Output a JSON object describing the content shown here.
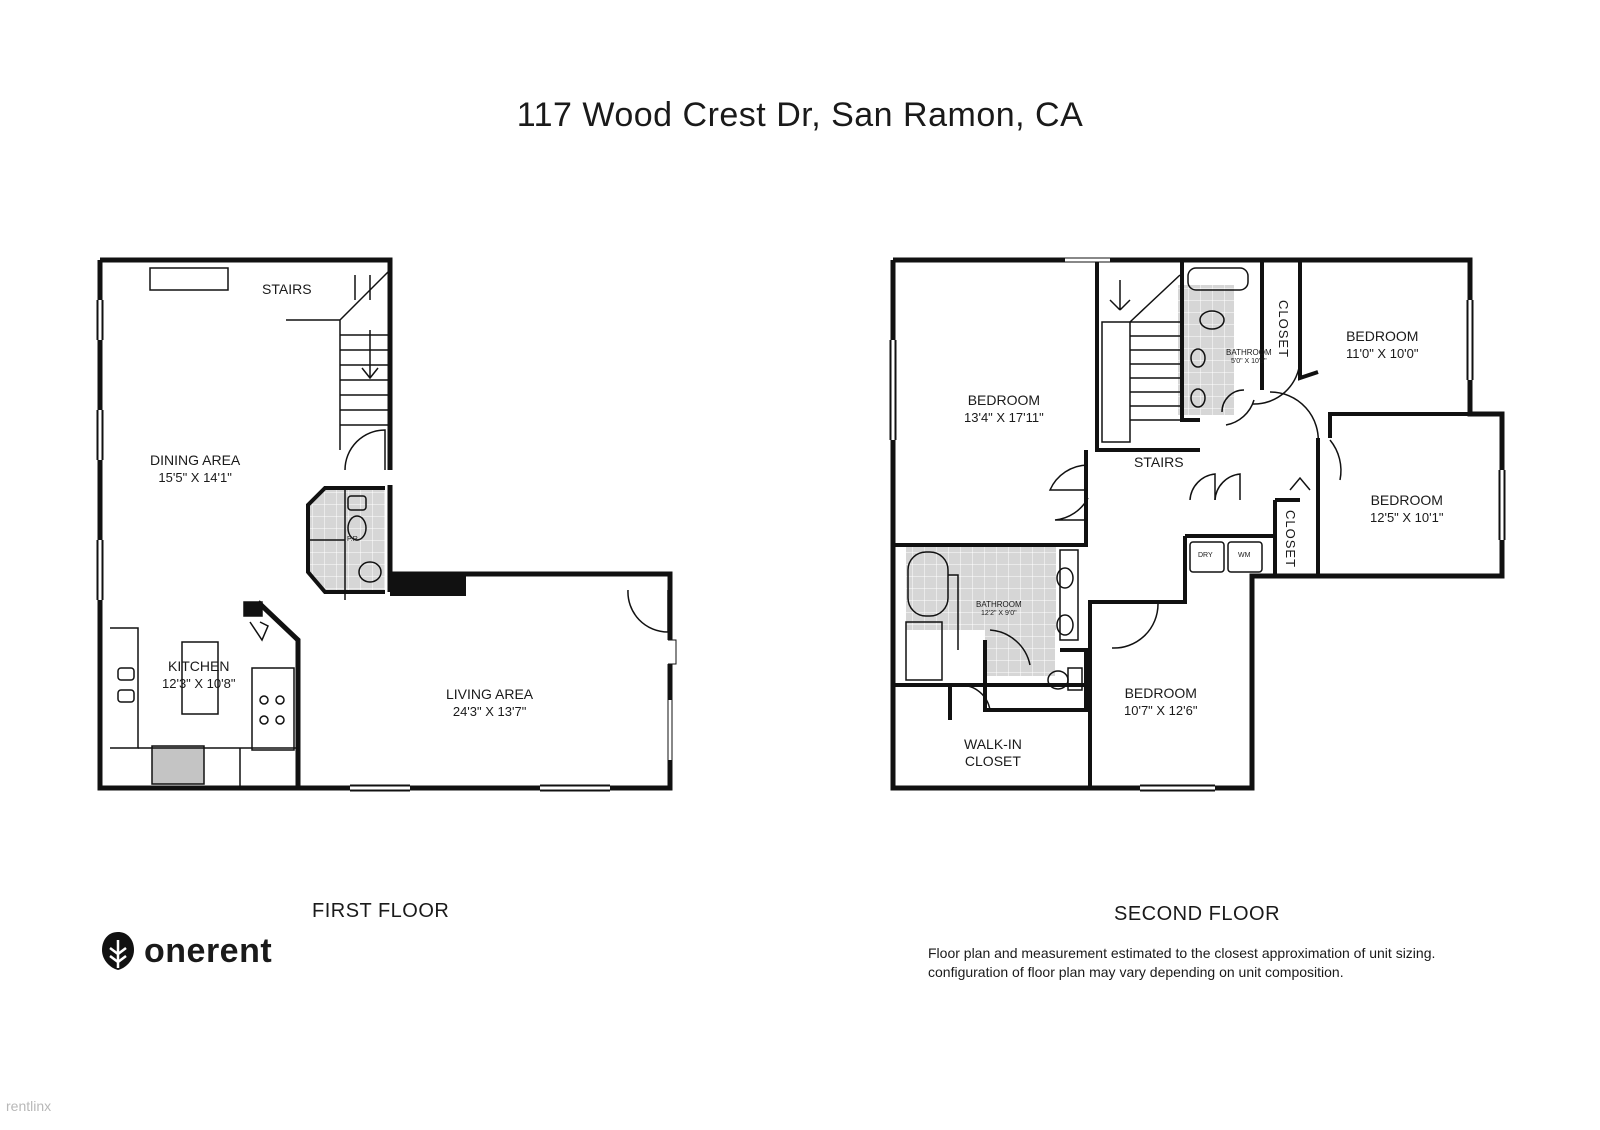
{
  "title": "117 Wood Crest Dr, San Ramon, CA",
  "floors": {
    "first": {
      "label": "FIRST FLOOR",
      "rooms": {
        "dining": {
          "name": "DINING AREA",
          "size": "15'5\" X 14'1\""
        },
        "kitchen": {
          "name": "KITCHEN",
          "size": "12'3\" X 10'8\""
        },
        "living": {
          "name": "LIVING AREA",
          "size": "24'3\" X 13'7\""
        },
        "stairs": "STAIRS",
        "powder": "P.R"
      }
    },
    "second": {
      "label": "SECOND FLOOR",
      "rooms": {
        "bedroom_main": {
          "name": "BEDROOM",
          "size": "13'4\" X 17'11\""
        },
        "bedroom_ne": {
          "name": "BEDROOM",
          "size": "11'0\" X 10'0\""
        },
        "bedroom_e": {
          "name": "BEDROOM",
          "size": "12'5\" X 10'1\""
        },
        "bedroom_s": {
          "name": "BEDROOM",
          "size": "10'7\" X 12'6\""
        },
        "bath_hall": {
          "name": "BATHROOM",
          "size": "5'0\" X 10'5\""
        },
        "bath_master": {
          "name": "BATHROOM",
          "size": "12'2\" X 9'0\""
        },
        "closet_top": "CLOSET",
        "closet_mid": "CLOSET",
        "walkin": "WALK-IN\nCLOSET",
        "stairs": "STAIRS",
        "dryer": "DRY",
        "washer": "WM"
      }
    }
  },
  "disclaimer": {
    "line1": "Floor plan and measurement estimated to the closest approximation of unit sizing.",
    "line2": "configuration of floor plan may vary depending on unit composition."
  },
  "brand": {
    "name": "onerent",
    "color": "#111111"
  },
  "watermark": "rentlinx",
  "colors": {
    "wall": "#111111",
    "tile": "#d4d4d4",
    "fixture": "#aaaaaa"
  }
}
